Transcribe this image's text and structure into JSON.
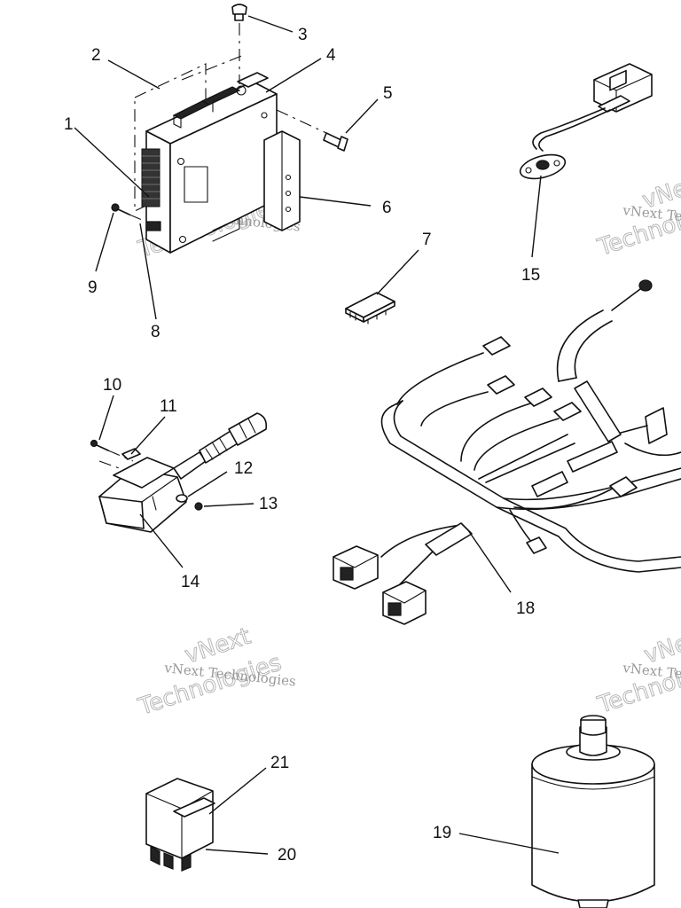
{
  "callouts": [
    {
      "id": "1",
      "label": "1"
    },
    {
      "id": "2",
      "label": "2"
    },
    {
      "id": "3",
      "label": "3"
    },
    {
      "id": "4",
      "label": "4"
    },
    {
      "id": "5",
      "label": "5"
    },
    {
      "id": "6",
      "label": "6"
    },
    {
      "id": "7",
      "label": "7"
    },
    {
      "id": "8",
      "label": "8"
    },
    {
      "id": "9",
      "label": "9"
    },
    {
      "id": "10",
      "label": "10"
    },
    {
      "id": "11",
      "label": "11"
    },
    {
      "id": "12",
      "label": "12"
    },
    {
      "id": "13",
      "label": "13"
    },
    {
      "id": "14",
      "label": "14"
    },
    {
      "id": "15",
      "label": "15"
    },
    {
      "id": "18",
      "label": "18"
    },
    {
      "id": "19",
      "label": "19"
    },
    {
      "id": "20",
      "label": "20"
    },
    {
      "id": "21",
      "label": "21"
    }
  ],
  "watermark": {
    "line1": "vNext Technologies",
    "line2": "vNext",
    "line3": "Technologies"
  }
}
